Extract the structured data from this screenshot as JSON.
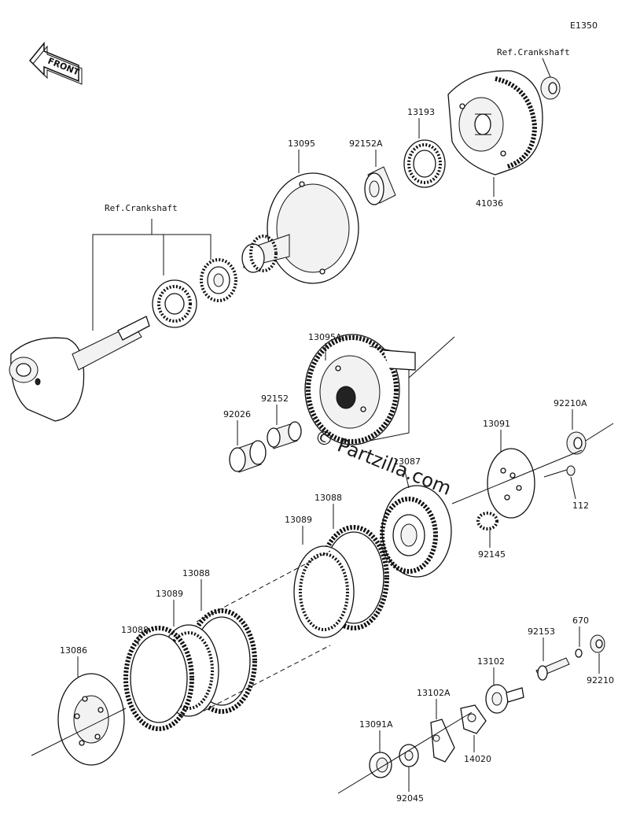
{
  "diagram_code": "E1350",
  "front_label": "FRONT",
  "watermark": "© Partzilla.com",
  "labels": {
    "ref_crankshaft_top": "Ref.Crankshaft",
    "ref_crankshaft_left": "Ref.Crankshaft",
    "p13193": "13193",
    "p13095": "13095",
    "p92152A": "92152A",
    "p41036": "41036",
    "p13095A": "13095A",
    "p92152": "92152",
    "p92026": "92026",
    "p92210A": "92210A",
    "p13091": "13091",
    "p13087": "13087",
    "p112": "112",
    "p92145": "92145",
    "p13088_upper": "13088",
    "p13089_upper": "13089",
    "p13088_mid": "13088",
    "p13089_lower": "13089",
    "p13088_lower": "13088",
    "p13086": "13086",
    "p670": "670",
    "p92153": "92153",
    "p13102": "13102",
    "p92210": "92210",
    "p13102A": "13102A",
    "p14020": "14020",
    "p13091A": "13091A",
    "p92045": "92045"
  }
}
